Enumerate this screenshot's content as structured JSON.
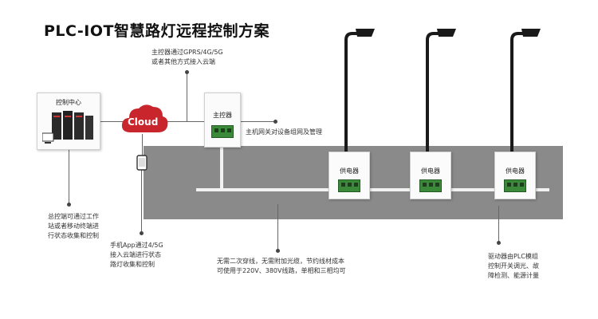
{
  "title": "PLC-IOT智慧路灯远程控制方案",
  "control_center": {
    "label": "控制中心"
  },
  "cloud": {
    "label": "Cloud"
  },
  "main_controller": {
    "label": "主控器"
  },
  "power_units": [
    {
      "label": "供电器"
    },
    {
      "label": "供电器"
    },
    {
      "label": "供电器"
    }
  ],
  "notes": {
    "uplink": [
      "主控器通过GPRS/4G/5G",
      "或者其他方式接入云端"
    ],
    "gateway": "主机网关对设备组网及管理",
    "control_terminal": [
      "总控端可通过工作",
      "站或者移动终端进",
      "行状态收集和控制"
    ],
    "mobile_app": [
      "手机App通过4/5G",
      "接入云端进行状态",
      "路灯收集和控制"
    ],
    "wiring": [
      "无需二次穿线，无需附加光缆，节约线材成本",
      "可使用于220V、380V线路，单相和三相均可"
    ],
    "driver": [
      "驱动器由PLC模组",
      "控制开关调光、故",
      "障检测、能源计量"
    ]
  },
  "colors": {
    "cloud": "#c8252c",
    "road": "#8a8a8a",
    "board": "#3a8a3a"
  }
}
